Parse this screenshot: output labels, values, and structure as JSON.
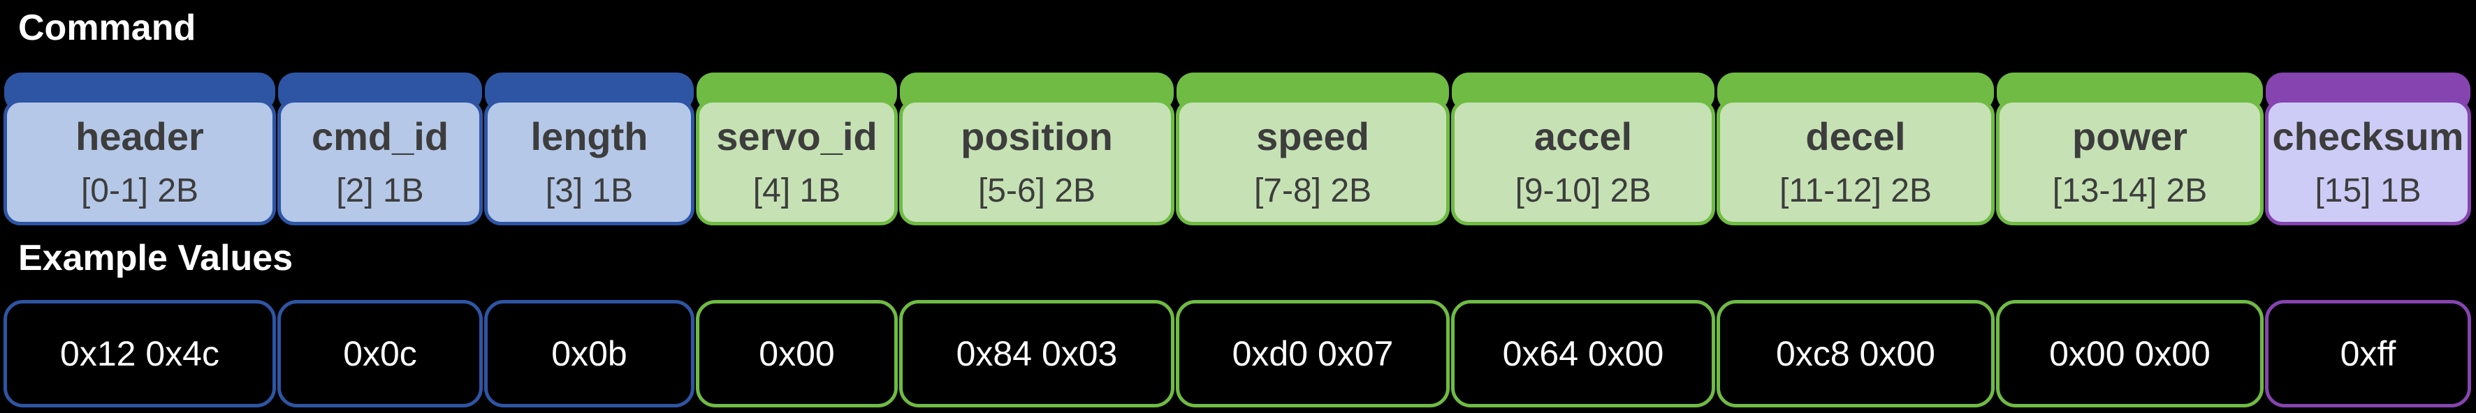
{
  "titles": {
    "command": "Command",
    "examples": "Example Values"
  },
  "colors": {
    "blue": "#2e55a4",
    "blue_fill": "#b5c8e8",
    "green": "#6fbb43",
    "green_fill": "#c6e2b4",
    "purple": "#8544af",
    "purple_fill": "#cdccf6",
    "label_text": "#3d3d3d",
    "value_text": "#ffffff",
    "background": "#000000"
  },
  "fields": [
    {
      "name": "header",
      "range": "[0-1] 2B",
      "color": "blue",
      "value": "0x12 0x4c"
    },
    {
      "name": "cmd_id",
      "range": "[2] 1B",
      "color": "blue",
      "value": "0x0c"
    },
    {
      "name": "length",
      "range": "[3] 1B",
      "color": "blue",
      "value": "0x0b"
    },
    {
      "name": "servo_id",
      "range": "[4] 1B",
      "color": "green",
      "value": "0x00"
    },
    {
      "name": "position",
      "range": "[5-6] 2B",
      "color": "green",
      "value": "0x84 0x03"
    },
    {
      "name": "speed",
      "range": "[7-8] 2B",
      "color": "green",
      "value": "0xd0 0x07"
    },
    {
      "name": "accel",
      "range": "[9-10] 2B",
      "color": "green",
      "value": "0x64 0x00"
    },
    {
      "name": "decel",
      "range": "[11-12] 2B",
      "color": "green",
      "value": "0xc8 0x00"
    },
    {
      "name": "power",
      "range": "[13-14] 2B",
      "color": "green",
      "value": "0x00 0x00"
    },
    {
      "name": "checksum",
      "range": "[15] 1B",
      "color": "purple",
      "value": "0xff"
    }
  ]
}
